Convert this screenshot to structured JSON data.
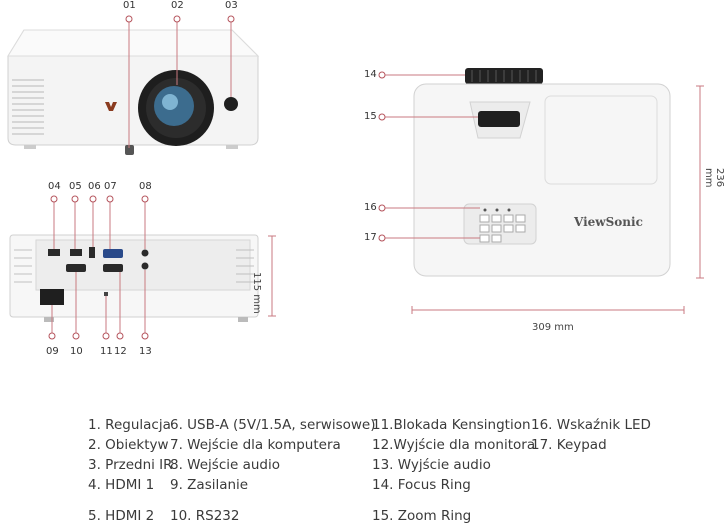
{
  "callouts": {
    "c01": "01",
    "c02": "02",
    "c03": "03",
    "c04": "04",
    "c05": "05",
    "c06": "06",
    "c07": "07",
    "c08": "08",
    "c09": "09",
    "c10": "10",
    "c11": "11",
    "c12": "12",
    "c13": "13",
    "c14": "14",
    "c15": "15",
    "c16": "16",
    "c17": "17"
  },
  "brand": "ViewSonic",
  "dimensions": {
    "height": "115 mm",
    "depth": "236 mm",
    "width": "309 mm"
  },
  "legend": {
    "col1": [
      "1. Regulacja",
      "2. Obiektyw",
      "3. Przedni IR",
      "4. HDMI 1",
      "5. HDMI 2"
    ],
    "col2": [
      "6. USB-A (5V/1.5A, serwisowe)",
      "7. Wejście dla komputera",
      "8. Wejście audio",
      "9. Zasilanie",
      "10. RS232"
    ],
    "col3": [
      "11.Blokada Kensingtion",
      "12.Wyjście dla monitora",
      "13. Wyjście audio",
      "14. Focus Ring",
      "15. Zoom Ring"
    ],
    "col4": [
      "16. Wskaźnik LED",
      "17. Keypad"
    ]
  },
  "colors": {
    "callout": "#b5545c",
    "line": "#c97a80"
  }
}
